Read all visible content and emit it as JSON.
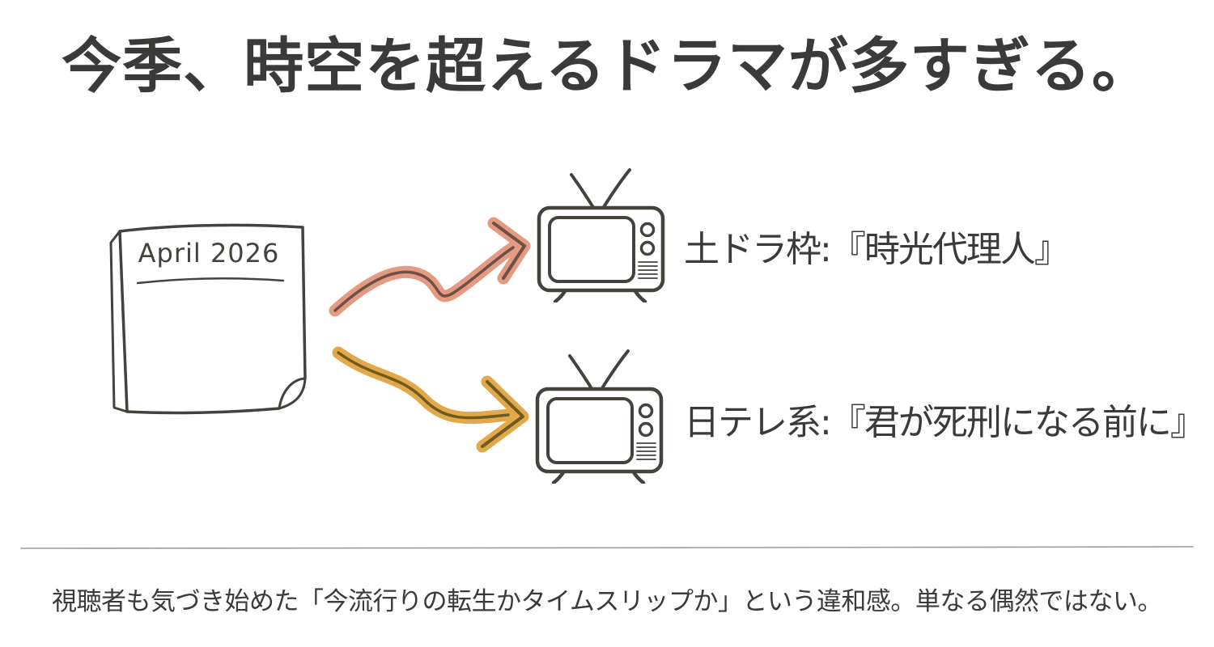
{
  "title": "今季、時空を超えるドラマが多すぎる。",
  "note": {
    "icon": "note-paper-icon",
    "text": "April 2026"
  },
  "branches": [
    {
      "icon": "tv-icon",
      "arrow_icon": "wavy-arrow-icon",
      "arrow_color": "#e59b82",
      "arrow_core": "#6d5046",
      "label": "土ドラ枠:『時光代理人』"
    },
    {
      "icon": "tv-icon",
      "arrow_icon": "wavy-arrow-icon",
      "arrow_color": "#e2a849",
      "arrow_core": "#6f5b20",
      "label": "日テレ系:『君が死刑になる前に』"
    }
  ],
  "footer": "視聴者も気づき始めた「今流行りの転生かタイムスリップか」という違和感。単なる偶然ではない。",
  "colors": {
    "ink": "#3a3a38",
    "divider": "#9b9b99",
    "background": "#ffffff"
  }
}
